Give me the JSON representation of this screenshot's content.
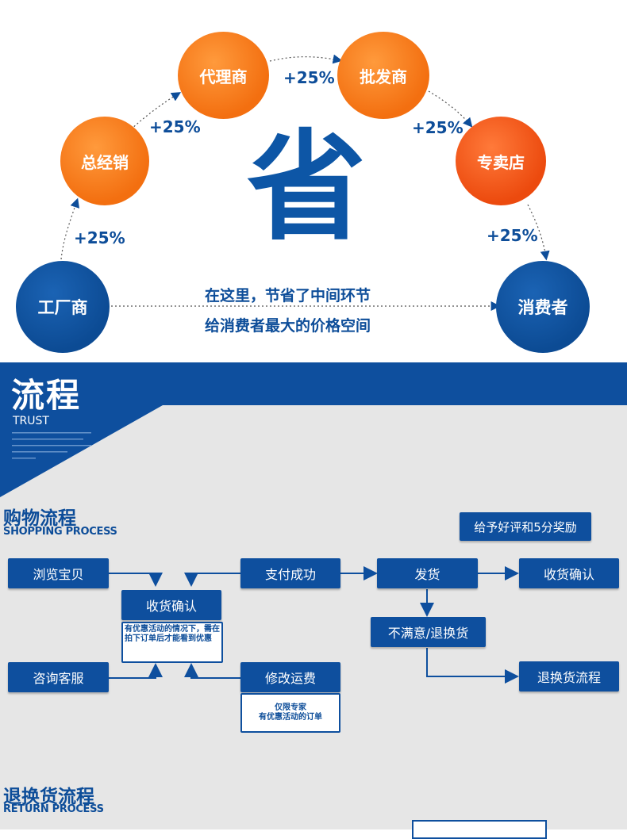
{
  "top": {
    "nodes": {
      "agent": "代理商",
      "wholesaler": "批发商",
      "distributor": "总经销",
      "store": "专卖店",
      "factory": "工厂商",
      "consumer": "消费者"
    },
    "markups": {
      "m1": "+25%",
      "m2": "+25%",
      "m3": "+25%",
      "m4": "+25%",
      "m5": "+25%"
    },
    "big_char": "省",
    "mid_line1": "在这里，节省了中间环节",
    "mid_line2": "给消费者最大的价格空间"
  },
  "banner": {
    "title": "流程",
    "subtitle": "TRUST"
  },
  "shopping": {
    "title": "购物流程",
    "subtitle": "SHOPPING PROCESS",
    "reward": "给予好评和5分奖励",
    "browse": "浏览宝贝",
    "confirm_addr": "收货确认",
    "confirm_note": "有优惠活动的情况下，需在拍下订单后才能看到优惠",
    "consult": "咨询客服",
    "pay_success": "支付成功",
    "modify_fee": "修改运费",
    "modify_note_1": "仅限专家",
    "modify_note_2": "有优惠活动的订单",
    "ship": "发货",
    "receive_confirm": "收货确认",
    "unsatisfied": "不满意/退换货",
    "return_flow": "退换货流程"
  },
  "returns": {
    "title": "退换货流程",
    "subtitle": "RETURN PROCESS"
  },
  "colors": {
    "blue": "#0e4f9e",
    "orange": "#f36f10",
    "orange_red": "#ec4a0e",
    "gray_bg": "#e6e6e6"
  }
}
